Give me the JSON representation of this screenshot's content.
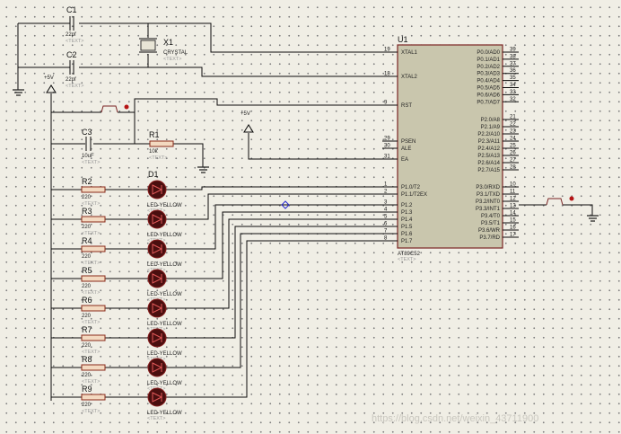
{
  "mcu": {
    "ref": "U1",
    "part": "AT89C52",
    "text_placeholder": "<TEXT>",
    "left_pins": [
      {
        "num": "19",
        "name": "XTAL1"
      },
      {
        "num": "18",
        "name": "XTAL2"
      },
      {
        "num": "9",
        "name": "RST"
      },
      {
        "num": "29",
        "name": "PSEN"
      },
      {
        "num": "30",
        "name": "ALE"
      },
      {
        "num": "31",
        "name": "EA"
      },
      {
        "num": "1",
        "name": "P1.0/T2"
      },
      {
        "num": "2",
        "name": "P1.1/T2EX"
      },
      {
        "num": "3",
        "name": "P1.2"
      },
      {
        "num": "4",
        "name": "P1.3"
      },
      {
        "num": "5",
        "name": "P1.4"
      },
      {
        "num": "6",
        "name": "P1.5"
      },
      {
        "num": "7",
        "name": "P1.6"
      },
      {
        "num": "8",
        "name": "P1.7"
      }
    ],
    "right_pins": [
      {
        "num": "39",
        "name": "P0.0/AD0"
      },
      {
        "num": "38",
        "name": "P0.1/AD1"
      },
      {
        "num": "37",
        "name": "P0.2/AD2"
      },
      {
        "num": "36",
        "name": "P0.3/AD3"
      },
      {
        "num": "35",
        "name": "P0.4/AD4"
      },
      {
        "num": "34",
        "name": "P0.5/AD5"
      },
      {
        "num": "33",
        "name": "P0.6/AD6"
      },
      {
        "num": "32",
        "name": "P0.7/AD7"
      },
      {
        "num": "21",
        "name": "P2.0/A8"
      },
      {
        "num": "22",
        "name": "P2.1/A9"
      },
      {
        "num": "23",
        "name": "P2.2/A10"
      },
      {
        "num": "24",
        "name": "P2.3/A11"
      },
      {
        "num": "25",
        "name": "P2.4/A12"
      },
      {
        "num": "26",
        "name": "P2.5/A13"
      },
      {
        "num": "27",
        "name": "P2.6/A14"
      },
      {
        "num": "28",
        "name": "P2.7/A15"
      },
      {
        "num": "10",
        "name": "P3.0/RXD"
      },
      {
        "num": "11",
        "name": "P3.1/TXD"
      },
      {
        "num": "12",
        "name": "P3.2/INT0"
      },
      {
        "num": "13",
        "name": "P3.3/INT1"
      },
      {
        "num": "14",
        "name": "P3.4/T0"
      },
      {
        "num": "15",
        "name": "P3.5/T1"
      },
      {
        "num": "16",
        "name": "P3.6/WR"
      },
      {
        "num": "17",
        "name": "P3.7/RD"
      }
    ]
  },
  "capacitors": [
    {
      "ref": "C1",
      "value": "22pf",
      "text": "<TEXT>"
    },
    {
      "ref": "C2",
      "value": "22pf",
      "text": "<TEXT>"
    },
    {
      "ref": "C3",
      "value": "10uF",
      "text": "<TEXT>"
    }
  ],
  "crystal": {
    "ref": "X1",
    "value": "CRYSTAL",
    "text": "<TEXT>"
  },
  "r1": {
    "ref": "R1",
    "value": "10k",
    "text": "<TEXT>"
  },
  "resistors": [
    {
      "ref": "R2",
      "value": "220",
      "text": "<TEXT>"
    },
    {
      "ref": "R3",
      "value": "220",
      "text": "<TEXT>"
    },
    {
      "ref": "R4",
      "value": "220",
      "text": "<TEXT>"
    },
    {
      "ref": "R5",
      "value": "220",
      "text": "<TEXT>"
    },
    {
      "ref": "R6",
      "value": "220",
      "text": "<TEXT>"
    },
    {
      "ref": "R7",
      "value": "220",
      "text": "<TEXT>"
    },
    {
      "ref": "R8",
      "value": "220",
      "text": "<TEXT>"
    },
    {
      "ref": "R9",
      "value": "220",
      "text": "<TEXT>"
    }
  ],
  "leds": {
    "first_ref": "D1",
    "value": "LED-YELLOW",
    "text": "<TEXT>"
  },
  "power": {
    "label": "+5V"
  },
  "watermark": "https://blog.csdn.net/weixin_43711900"
}
